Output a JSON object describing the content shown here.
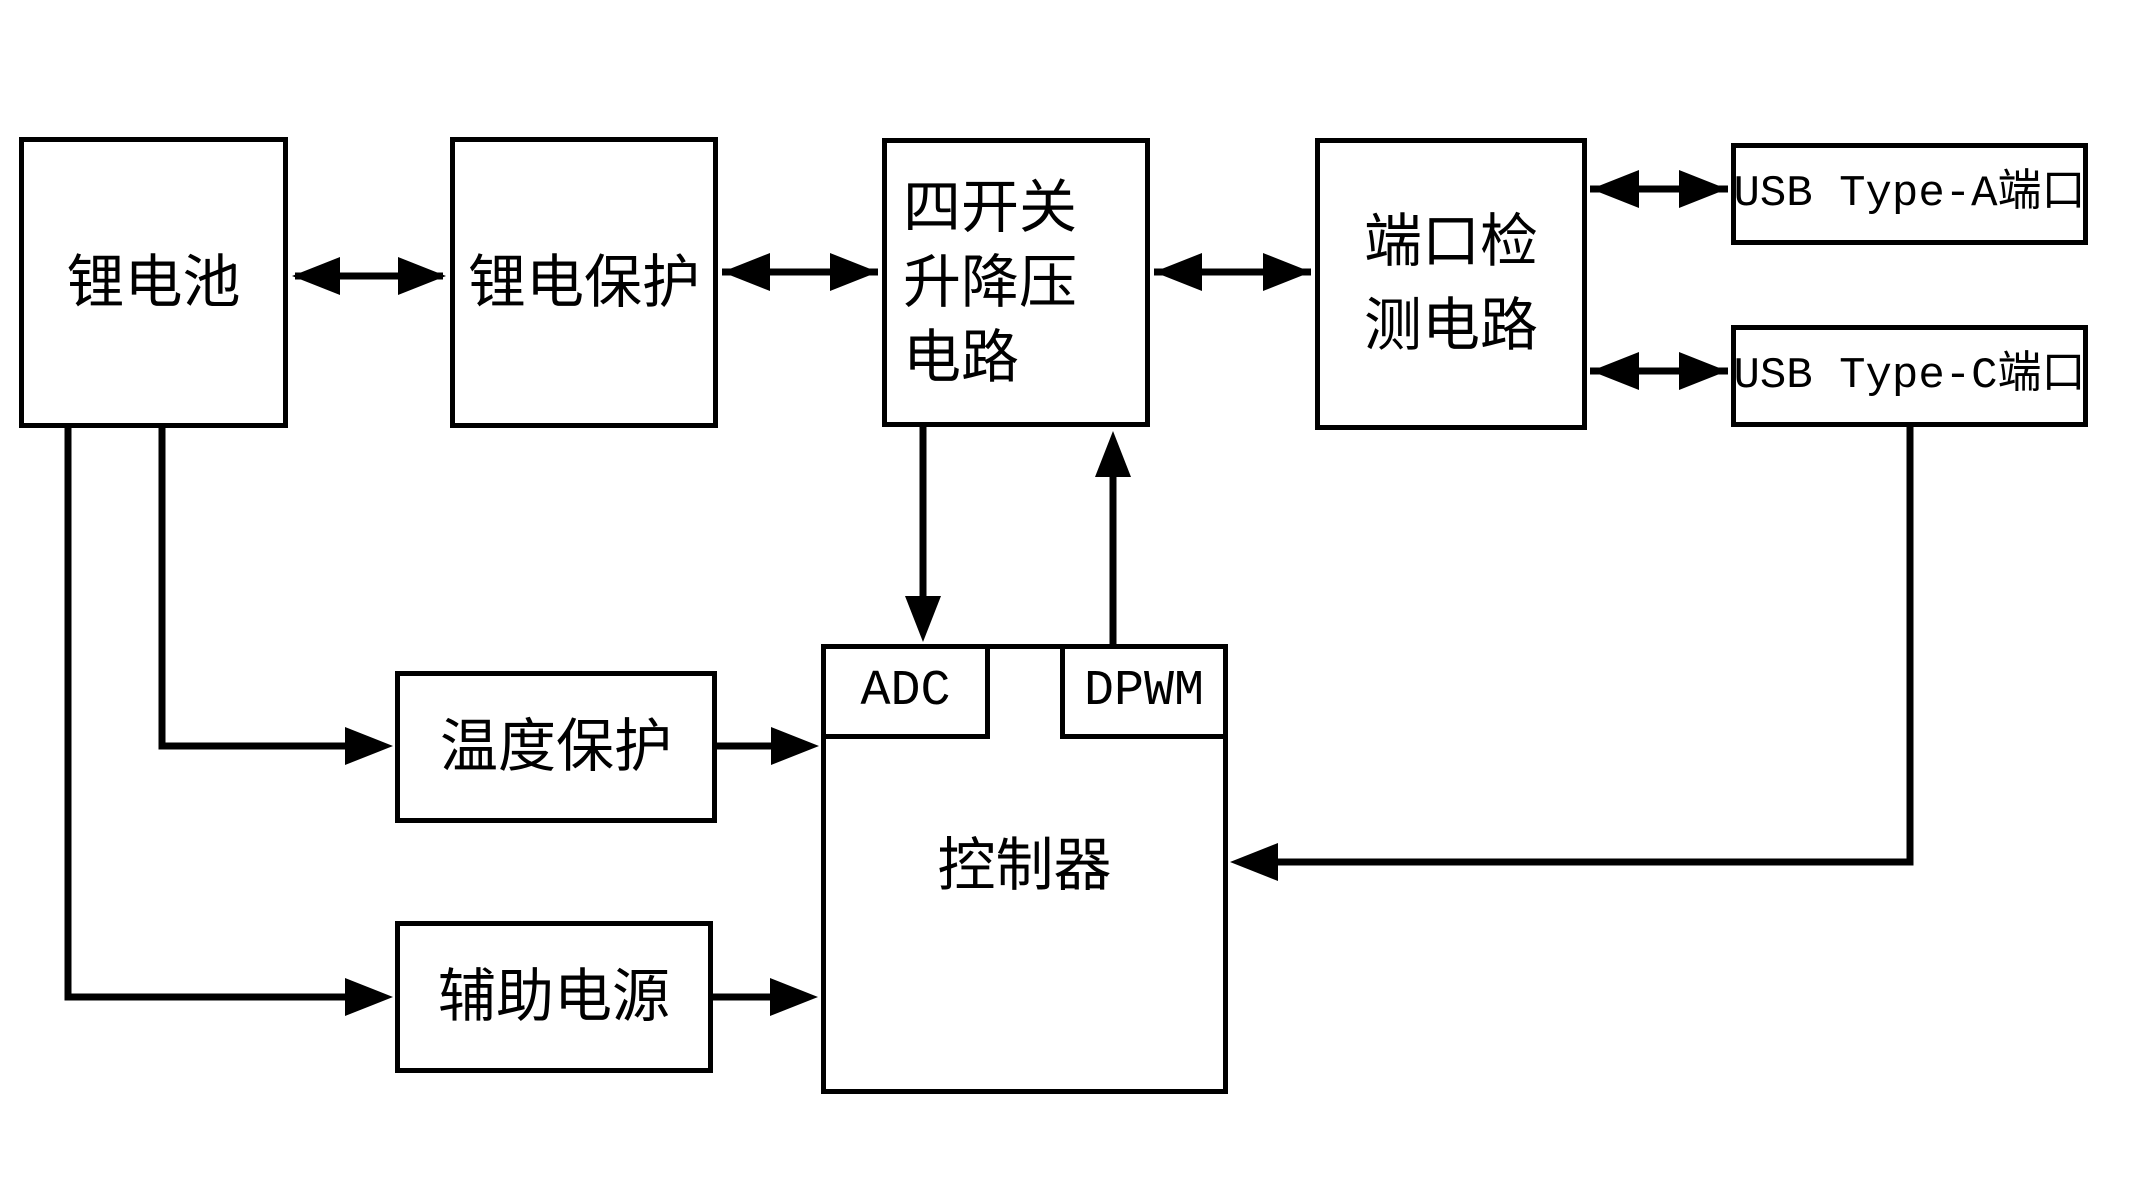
{
  "diagram": {
    "title_semantic": "lithium-battery buck-boost charging system block diagram",
    "background_color": "#ffffff",
    "line_color": "#000000",
    "blocks": {
      "battery": {
        "label": "锂电池"
      },
      "battery_protection": {
        "label": "锂电保护"
      },
      "buck_boost": {
        "label": "四开关升降压电路",
        "lines": [
          "四开关",
          "升降压",
          "电路"
        ]
      },
      "port_detection": {
        "label": "端口检测电路",
        "lines": [
          "端口检",
          "测电路"
        ]
      },
      "usb_type_a": {
        "label": "USB Type-A端口"
      },
      "usb_type_c": {
        "label": "USB Type-C端口"
      },
      "temperature_protection": {
        "label": "温度保护"
      },
      "auxiliary_power": {
        "label": "辅助电源"
      },
      "controller": {
        "label": "控制器"
      },
      "adc": {
        "label": "ADC"
      },
      "dpwm": {
        "label": "DPWM"
      }
    },
    "connections": [
      {
        "from": "锂电池",
        "to": "锂电保护",
        "type": "bidirectional"
      },
      {
        "from": "锂电保护",
        "to": "四开关升降压电路",
        "type": "bidirectional"
      },
      {
        "from": "四开关升降压电路",
        "to": "端口检测电路",
        "type": "bidirectional"
      },
      {
        "from": "端口检测电路",
        "to": "USB Type-A端口",
        "type": "bidirectional"
      },
      {
        "from": "端口检测电路",
        "to": "USB Type-C端口",
        "type": "bidirectional"
      },
      {
        "from": "四开关升降压电路",
        "to": "ADC",
        "type": "arrow"
      },
      {
        "from": "DPWM",
        "to": "四开关升降压电路",
        "type": "arrow"
      },
      {
        "from": "锂电池",
        "to": "温度保护",
        "type": "arrow"
      },
      {
        "from": "温度保护",
        "to": "控制器",
        "type": "arrow"
      },
      {
        "from": "锂电池",
        "to": "辅助电源",
        "type": "arrow"
      },
      {
        "from": "辅助电源",
        "to": "控制器",
        "type": "arrow"
      },
      {
        "from": "USB Type-C端口",
        "to": "控制器",
        "type": "arrow"
      }
    ]
  }
}
